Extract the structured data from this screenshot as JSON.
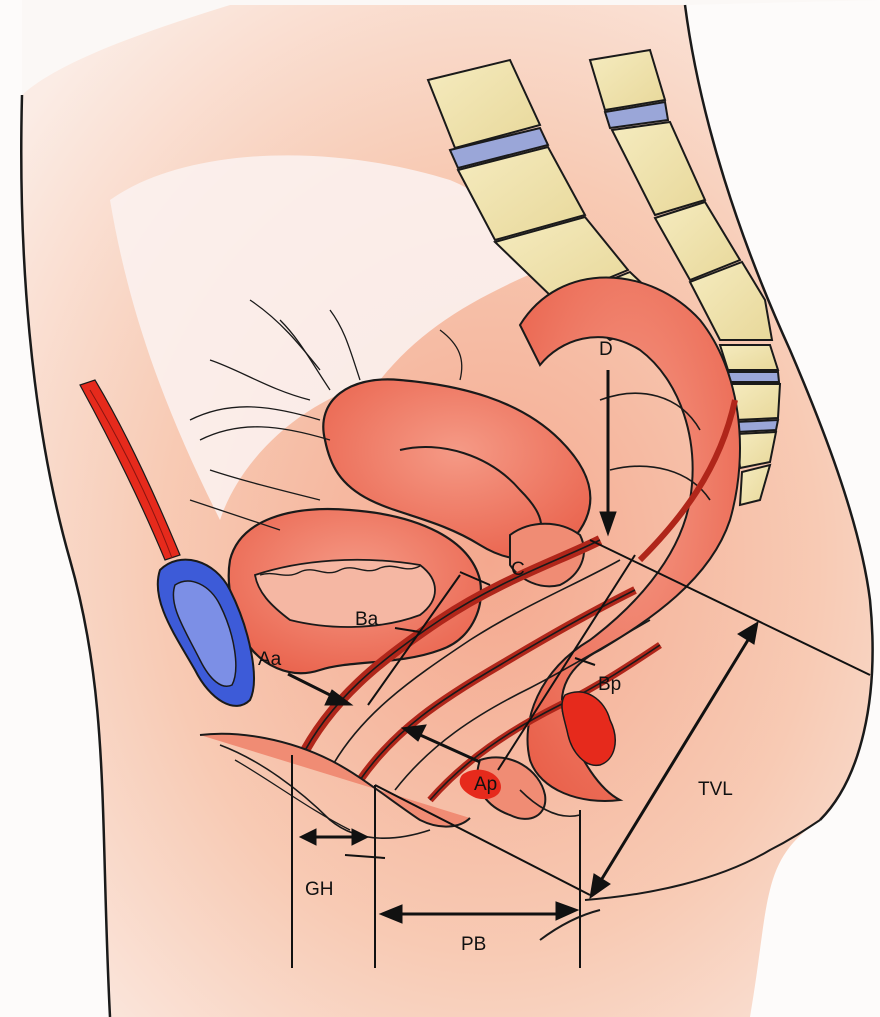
{
  "labels": {
    "d": "D",
    "c": "C",
    "ba": "Ba",
    "aa": "Aa",
    "bp": "Bp",
    "ap": "Ap",
    "tvl": "TVL",
    "gh": "GH",
    "pb": "PB"
  },
  "colors": {
    "background": "#fbf8f6",
    "skin": "#f6c8b4",
    "tissue": "#ef7058",
    "tissue_light": "#f59a86",
    "bone": "#f1e4ad",
    "disc": "#9aa6d8",
    "bladder_blue": "#4b62c9",
    "vessel_red": "#e62a1c",
    "outline": "#1a1a1a"
  }
}
